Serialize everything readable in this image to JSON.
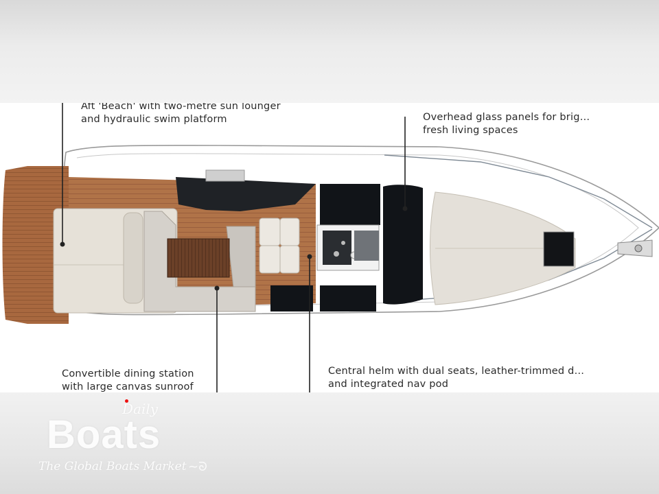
{
  "callouts": {
    "aft": {
      "line1": "Aft 'Beach' with two-metre sun lounger",
      "line2": "and hydraulic swim platform"
    },
    "overhead": {
      "line1": "Overhead glass panels for brig…",
      "line2": "fresh living spaces"
    },
    "dining": {
      "line1": "Convertible dining station",
      "line2": "with large canvas sunroof"
    },
    "helm": {
      "line1": "Central helm with dual seats, leather-trimmed d…",
      "line2": "and integrated nav pod"
    }
  },
  "watermark": {
    "daily": "Daily",
    "boats": "Boats",
    "tagline": "The Global Boats Market"
  },
  "colors": {
    "teak": "#a8683f",
    "cushion": "#e6e1d8",
    "glass": "#111418",
    "hull": "#ffffff",
    "outline": "#8c8c8c"
  }
}
